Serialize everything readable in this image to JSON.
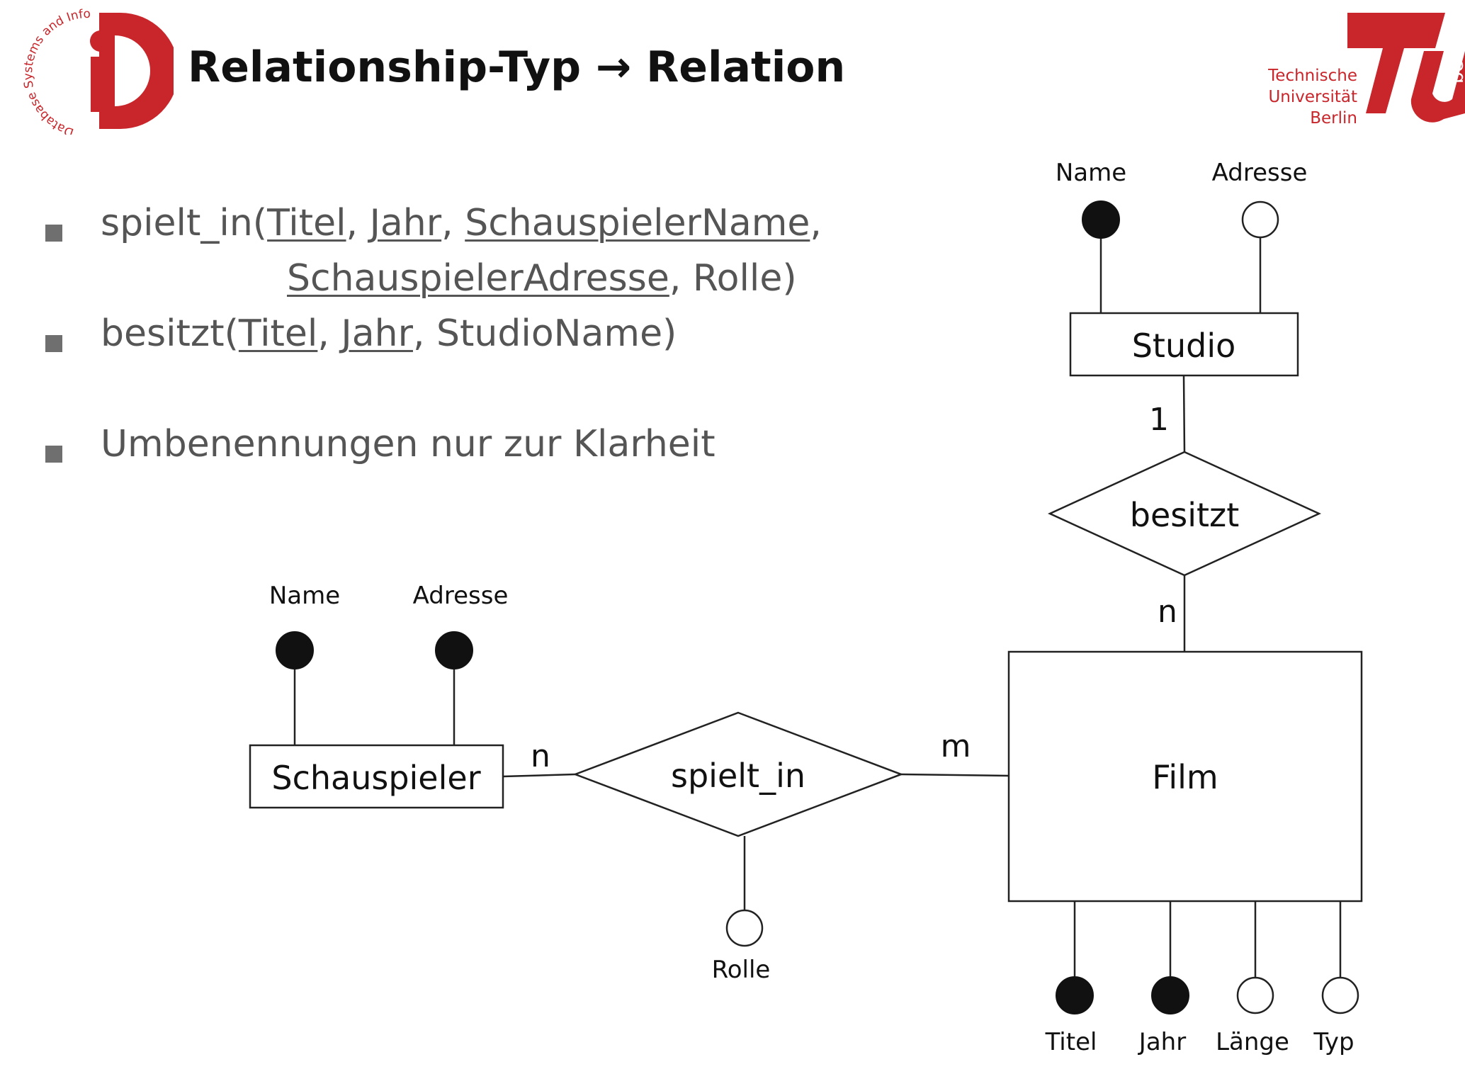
{
  "header": {
    "title": "Relationship-Typ → Relation"
  },
  "logos": {
    "left_logo_text": "Database Systems and Information Management",
    "right_logo_lines": [
      "Technische",
      "Universität",
      "Berlin"
    ],
    "right_logo_side": "berlin",
    "accent_color": "#c8262b"
  },
  "bullets": {
    "b1_prefix": "spielt_in(",
    "b1_titel": "Titel",
    "b1_sep1": ", ",
    "b1_jahr": "Jahr",
    "b1_sep2": ", ",
    "b1_sname": "SchauspielerName",
    "b1_sep3": ",",
    "b1_sadresse": "SchauspielerAdresse",
    "b1_suffix": ", Rolle)",
    "b2_prefix": "besitzt(",
    "b2_titel": "Titel",
    "b2_sep1": ", ",
    "b2_jahr": "Jahr",
    "b2_suffix": ", StudioName)",
    "b3_text": "Umbenennungen nur zur Klarheit"
  },
  "diagram": {
    "studio": {
      "entity": "Studio",
      "attr_name": "Name",
      "attr_adresse": "Adresse"
    },
    "besitzt": {
      "relationship": "besitzt",
      "card_studio": "1",
      "card_film": "n"
    },
    "film": {
      "entity": "Film",
      "attr_titel": "Titel",
      "attr_jahr": "Jahr",
      "attr_laenge": "Länge",
      "attr_typ": "Typ"
    },
    "spielt_in": {
      "relationship": "spielt_in",
      "card_schauspieler": "n",
      "card_film": "m",
      "attr_rolle": "Rolle"
    },
    "schauspieler": {
      "entity": "Schauspieler",
      "attr_name": "Name",
      "attr_adresse": "Adresse"
    }
  }
}
